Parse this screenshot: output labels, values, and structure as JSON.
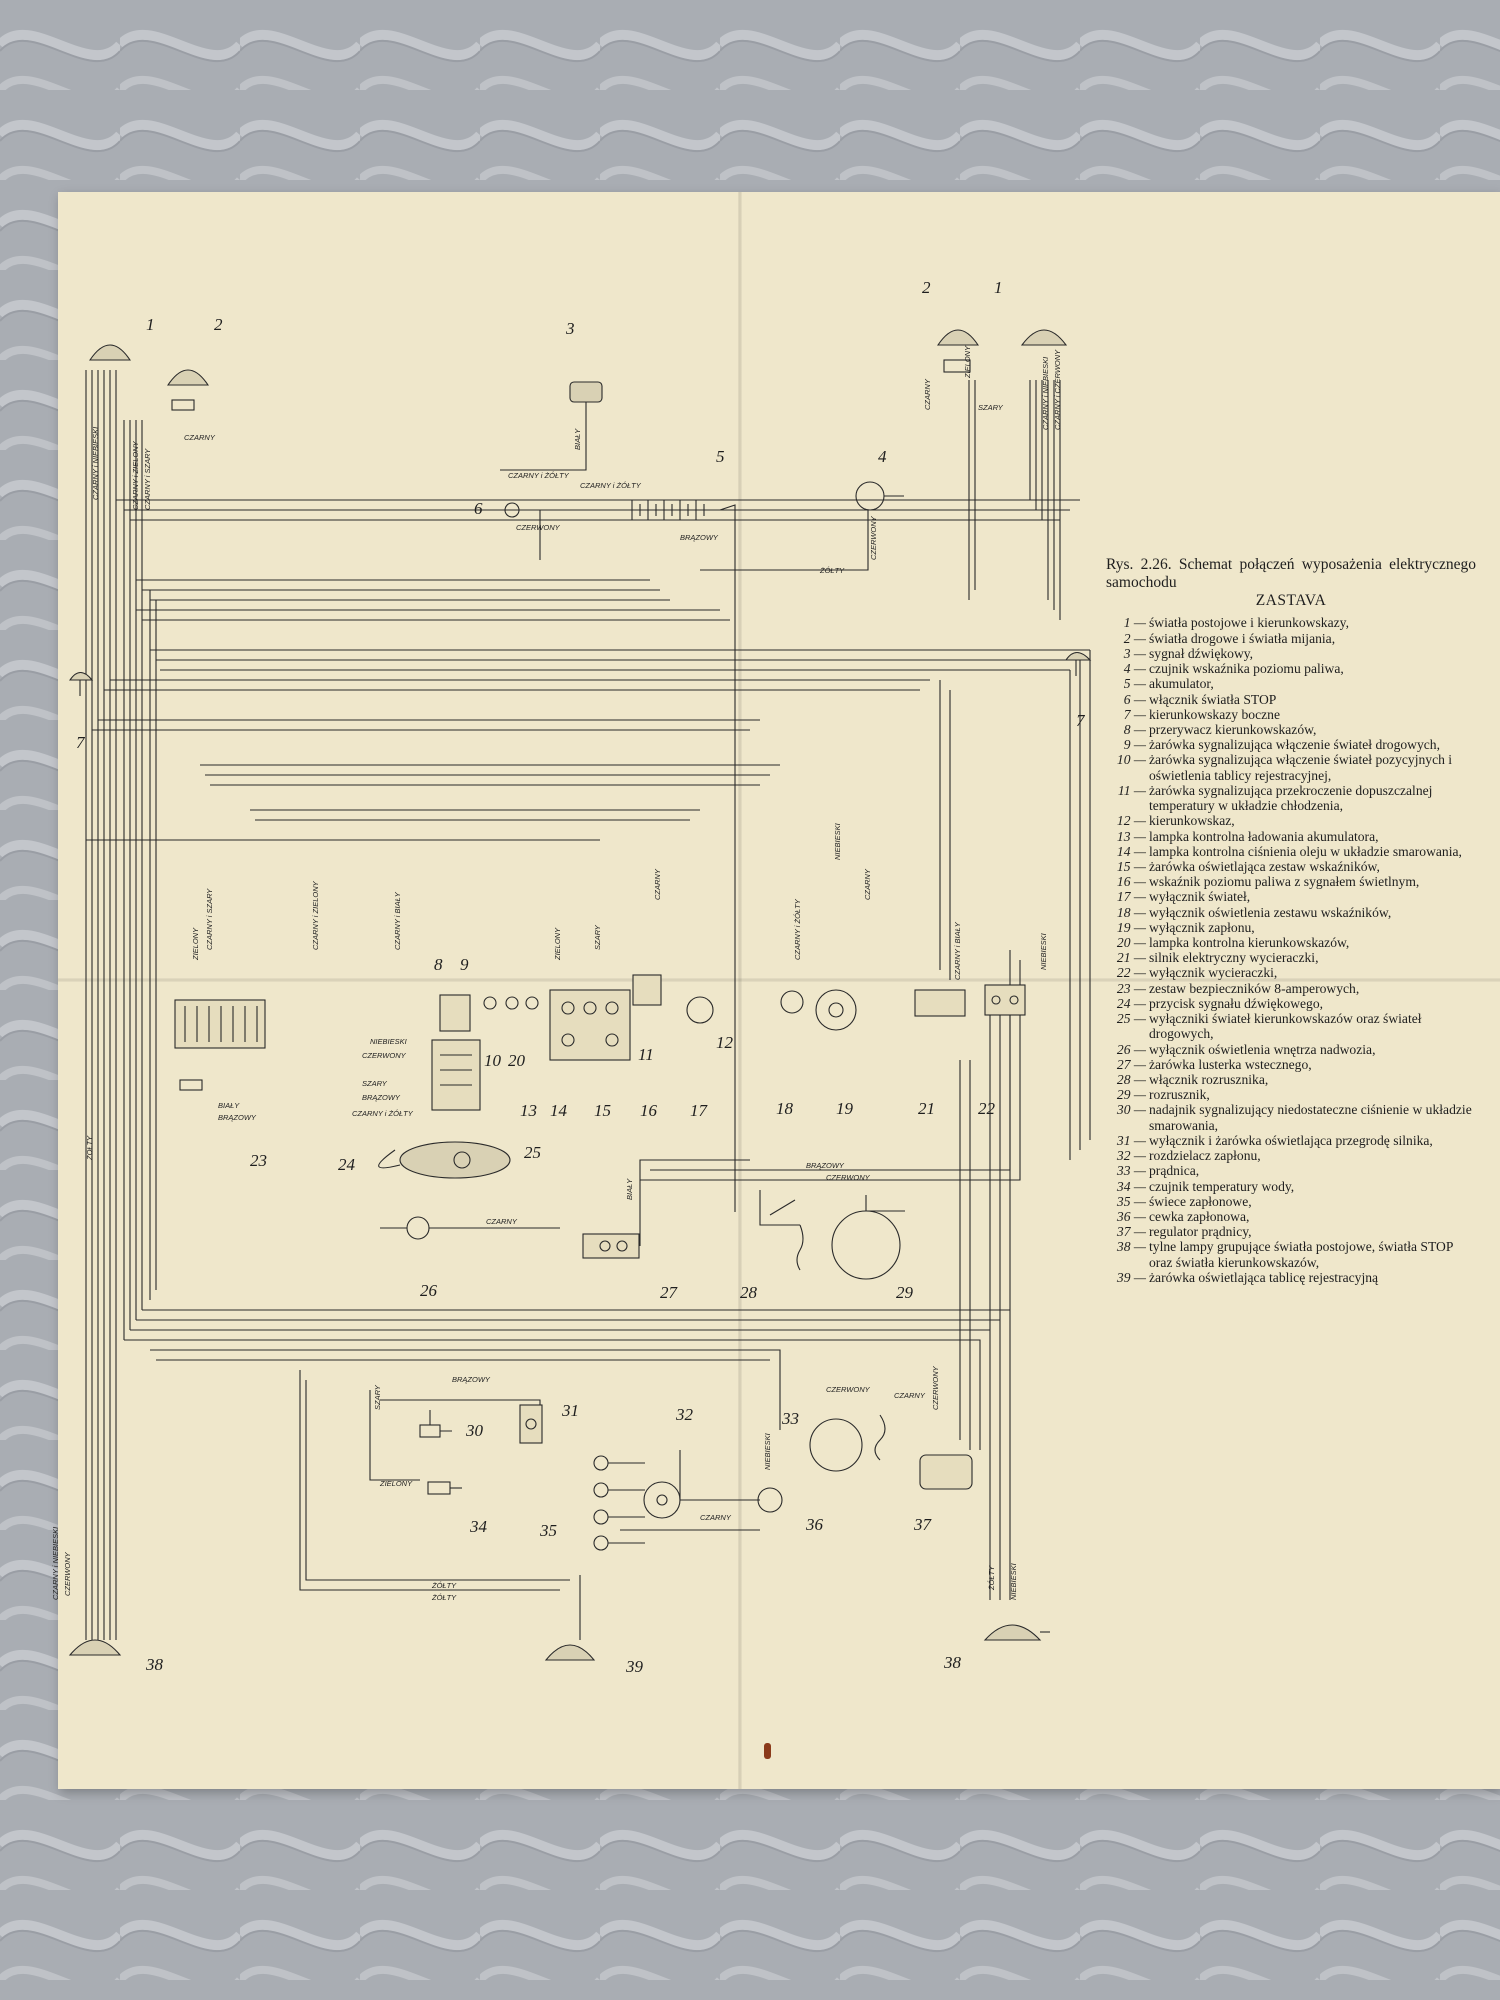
{
  "caption": {
    "prefix": "Rys. 2.26. Schemat połączeń wyposażenia elektrycznego samochodu",
    "title": "ZASTAVA"
  },
  "legend": [
    {
      "num": "1",
      "text": "światła postojowe i kierunkowskazy,"
    },
    {
      "num": "2",
      "text": "światła drogowe i światła mijania,"
    },
    {
      "num": "3",
      "text": "sygnał dźwiękowy,"
    },
    {
      "num": "4",
      "text": "czujnik wskaźnika poziomu paliwa,"
    },
    {
      "num": "5",
      "text": "akumulator,"
    },
    {
      "num": "6",
      "text": "włącznik światła STOP"
    },
    {
      "num": "7",
      "text": "kierunkowskazy boczne"
    },
    {
      "num": "8",
      "text": "przerywacz kierunkowskazów,"
    },
    {
      "num": "9",
      "text": "żarówka sygnalizująca włączenie świateł drogowych,"
    },
    {
      "num": "10",
      "text": "żarówka sygnalizująca włączenie świateł pozycyjnych i oświetlenia tablicy rejestracyjnej,"
    },
    {
      "num": "11",
      "text": "żarówka sygnalizująca przekroczenie dopuszczalnej temperatury w układzie chłodzenia,"
    },
    {
      "num": "12",
      "text": "kierunkowskaz,"
    },
    {
      "num": "13",
      "text": "lampka kontrolna ładowania akumulatora,"
    },
    {
      "num": "14",
      "text": "lampka kontrolna ciśnienia oleju w układzie smarowania,"
    },
    {
      "num": "15",
      "text": "żarówka oświetlająca zestaw wskaźników,"
    },
    {
      "num": "16",
      "text": "wskaźnik poziomu paliwa z sygnałem świetlnym,"
    },
    {
      "num": "17",
      "text": "wyłącznik świateł,"
    },
    {
      "num": "18",
      "text": "wyłącznik oświetlenia zestawu wskaźników,"
    },
    {
      "num": "19",
      "text": "wyłącznik zapłonu,"
    },
    {
      "num": "20",
      "text": "lampka kontrolna kierunkowskazów,"
    },
    {
      "num": "21",
      "text": "silnik elektryczny wycieraczki,"
    },
    {
      "num": "22",
      "text": "wyłącznik wycieraczki,"
    },
    {
      "num": "23",
      "text": "zestaw bezpieczników 8-amperowych,"
    },
    {
      "num": "24",
      "text": "przycisk sygnału dźwiękowego,"
    },
    {
      "num": "25",
      "text": "wyłączniki świateł kierunkowskazów oraz świateł drogowych,"
    },
    {
      "num": "26",
      "text": "wyłącznik oświetlenia wnętrza nadwozia,"
    },
    {
      "num": "27",
      "text": "żarówka lusterka wstecznego,"
    },
    {
      "num": "28",
      "text": "włącznik rozrusznika,"
    },
    {
      "num": "29",
      "text": "rozrusznik,"
    },
    {
      "num": "30",
      "text": "nadajnik sygnalizujący niedostateczne ciśnienie w układzie smarowania,"
    },
    {
      "num": "31",
      "text": "wyłącznik i żarówka oświetlająca przegrodę silnika,"
    },
    {
      "num": "32",
      "text": "rozdzielacz zapłonu,"
    },
    {
      "num": "33",
      "text": "prądnica,"
    },
    {
      "num": "34",
      "text": "czujnik temperatury wody,"
    },
    {
      "num": "35",
      "text": "świece zapłonowe,"
    },
    {
      "num": "36",
      "text": "cewka zapłonowa,"
    },
    {
      "num": "37",
      "text": "regulator prądnicy,"
    },
    {
      "num": "38",
      "text": "tylne lampy grupujące światła postojowe, światła STOP oraz światła kierunkowskazów,"
    },
    {
      "num": "39",
      "text": "żarówka oświetlająca tablicę rejestracyjną"
    }
  ],
  "callouts": {
    "c1": "1",
    "c2": "2",
    "c3": "3",
    "c4": "4",
    "c5": "5",
    "c6": "6",
    "c7": "7",
    "c8": "8",
    "c9": "9",
    "c10": "10",
    "c11": "11",
    "c12": "12",
    "c13": "13",
    "c14": "14",
    "c15": "15",
    "c16": "16",
    "c17": "17",
    "c18": "18",
    "c19": "19",
    "c20": "20",
    "c21": "21",
    "c22": "22",
    "c23": "23",
    "c24": "24",
    "c25": "25",
    "c26": "26",
    "c27": "27",
    "c28": "28",
    "c29": "29",
    "c30": "30",
    "c31": "31",
    "c32": "32",
    "c33": "33",
    "c34": "34",
    "c35": "35",
    "c36": "36",
    "c37": "37",
    "c38": "38",
    "c39": "39"
  },
  "wire_labels": {
    "czarny_zolty": "CZARNY i ŻÓŁTY",
    "czerwony": "CZERWONY",
    "brazowy": "BRĄZOWY",
    "zolty": "ŻÓŁTY",
    "czarny": "CZARNY",
    "bialy": "BIAŁY",
    "zielony": "ZIELONY",
    "szary": "SZARY",
    "niebieski": "NIEBIESKI",
    "czarny_niebieski": "CZARNY i NIEBIESKI",
    "czarny_zielony": "CZARNY i ZIELONY",
    "czarny_szary": "CZARNY i SZARY",
    "czarny_bialy": "CZARNY i BIAŁY",
    "czarny_czerwony": "CZARNY i CZERWONY",
    "zolty2": "ŻÓŁTY"
  },
  "colors": {
    "paper": "#efe7cb",
    "ink": "#222222",
    "background": "#a8acb2"
  }
}
